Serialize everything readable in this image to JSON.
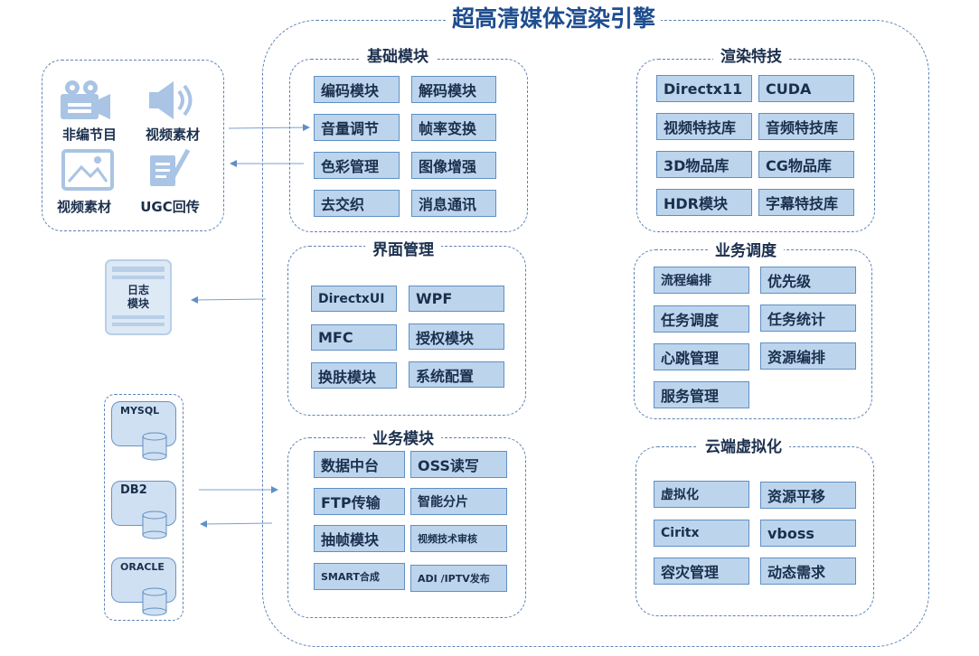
{
  "title": "超高清媒体渲染引擎",
  "sources": {
    "items": [
      {
        "label": "非编节目",
        "icon": "video-camera-icon"
      },
      {
        "label": "视频素材",
        "icon": "speaker-icon"
      },
      {
        "label": "视频素材",
        "icon": "image-icon"
      },
      {
        "label": "UGC回传",
        "icon": "edit-note-icon"
      }
    ]
  },
  "log_module": {
    "line1": "日志",
    "line2": "模块"
  },
  "databases": {
    "items": [
      "MYSQL",
      "DB2",
      "ORACLE"
    ]
  },
  "groups": {
    "basic": {
      "title": "基础模块",
      "modules": [
        "编码模块",
        "解码模块",
        "音量调节",
        "帧率变换",
        "色彩管理",
        "图像增强",
        "去交织",
        "消息通讯"
      ]
    },
    "ui": {
      "title": "界面管理",
      "modules": [
        "DirectxUI",
        "WPF",
        "MFC",
        "授权模块",
        "换肤模块",
        "系统配置"
      ]
    },
    "business": {
      "title": "业务模块",
      "modules": [
        "数据中台",
        "OSS读写",
        "FTP传输",
        "智能分片",
        "抽帧模块",
        "视频技术审核",
        "SMART合成",
        "ADI /IPTV发布"
      ]
    },
    "render": {
      "title": "渲染特技",
      "modules": [
        "Directx11",
        "CUDA",
        "视频特技库",
        "音频特技库",
        "3D物品库",
        "CG物品库",
        "HDR模块",
        "字幕特技库"
      ]
    },
    "dispatch": {
      "title": "业务调度",
      "modules": [
        "流程编排",
        "优先级",
        "任务调度",
        "任务统计",
        "心跳管理",
        "资源编排",
        "服务管理"
      ]
    },
    "cloud": {
      "title": "云端虚拟化",
      "modules": [
        "虚拟化",
        "资源平移",
        "Ciritx",
        "vboss",
        "容灾管理",
        "动态需求"
      ]
    }
  },
  "colors": {
    "module_fill": "#bcd5ed",
    "module_border": "#5f8fc4",
    "dash_border": "#5d83b6",
    "title": "#1f4d8f"
  }
}
